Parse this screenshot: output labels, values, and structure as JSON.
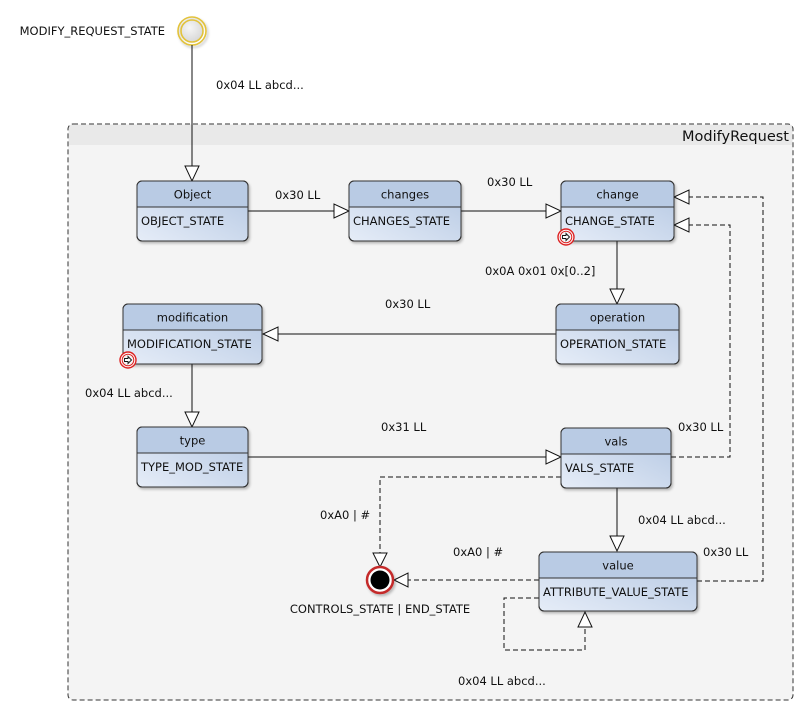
{
  "initial_state": {
    "label": "MODIFY_REQUEST_STATE"
  },
  "container": {
    "title": "ModifyRequest"
  },
  "states": [
    {
      "id": "object",
      "name": "Object",
      "state": "OBJECT_STATE",
      "entry_marker": false
    },
    {
      "id": "changes",
      "name": "changes",
      "state": "CHANGES_STATE",
      "entry_marker": false
    },
    {
      "id": "change",
      "name": "change",
      "state": "CHANGE_STATE",
      "entry_marker": true
    },
    {
      "id": "modification",
      "name": "modification",
      "state": "MODIFICATION_STATE",
      "entry_marker": true
    },
    {
      "id": "operation",
      "name": "operation",
      "state": "OPERATION_STATE",
      "entry_marker": false
    },
    {
      "id": "type",
      "name": "type",
      "state": "TYPE_MOD_STATE",
      "entry_marker": false
    },
    {
      "id": "vals",
      "name": "vals",
      "state": "VALS_STATE",
      "entry_marker": false
    },
    {
      "id": "value",
      "name": "value",
      "state": "ATTRIBUTE_VALUE_STATE",
      "entry_marker": false
    }
  ],
  "final_state": {
    "label": "CONTROLS_STATE | END_STATE"
  },
  "transitions": [
    {
      "from": "initial",
      "to": "object",
      "label": "0x04 LL abcd...",
      "style": "solid"
    },
    {
      "from": "object",
      "to": "changes",
      "label": "0x30 LL",
      "style": "solid"
    },
    {
      "from": "changes",
      "to": "change",
      "label": "0x30 LL",
      "style": "solid"
    },
    {
      "from": "change",
      "to": "operation",
      "label": "0x0A 0x01 0x[0..2]",
      "style": "solid"
    },
    {
      "from": "operation",
      "to": "modification",
      "label": "0x30 LL",
      "style": "solid"
    },
    {
      "from": "modification",
      "to": "type",
      "label": "0x04 LL abcd...",
      "style": "solid"
    },
    {
      "from": "type",
      "to": "vals",
      "label": "0x31 LL",
      "style": "solid"
    },
    {
      "from": "vals",
      "to": "change",
      "label": "0x30 LL",
      "style": "dashed"
    },
    {
      "from": "vals",
      "to": "value",
      "label": "0x04 LL abcd...",
      "style": "solid"
    },
    {
      "from": "vals",
      "to": "final",
      "label": "0xA0 | #",
      "style": "dashed"
    },
    {
      "from": "value",
      "to": "final",
      "label": "0xA0 | #",
      "style": "dashed"
    },
    {
      "from": "value",
      "to": "change",
      "label": "0x30 LL",
      "style": "dashed"
    },
    {
      "from": "value",
      "to": "value",
      "label": "0x04 LL abcd...",
      "style": "dashed"
    }
  ],
  "colors": {
    "box_header": "#b9cbe4",
    "box_body_light": "#e6edf8",
    "box_body_dark": "#b4c7e2",
    "box_border": "#333333",
    "initial_ring": "#e2c23a",
    "initial_fill": "#e4e4e4",
    "final_ring": "#c42a2a",
    "container_header": "#e9e9e9",
    "container_body": "#f4f4f4"
  }
}
